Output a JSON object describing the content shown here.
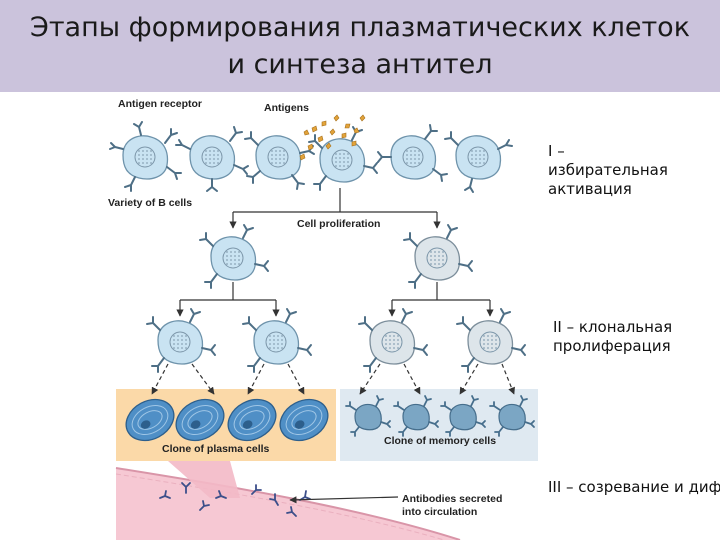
{
  "slide": {
    "title": "Этапы формирования плазматических клеток и синтеза антител"
  },
  "figure": {
    "labels": {
      "antigen_receptor": "Antigen receptor",
      "antigens": "Antigens",
      "variety_of_b_cells": "Variety of B cells",
      "cell_proliferation": "Cell proliferation",
      "clone_of_plasma_cells": "Clone of plasma cells",
      "clone_of_memory_cells": "Clone of memory cells",
      "antibodies_secreted": "Antibodies secreted",
      "into_circulation": "into circulation"
    }
  },
  "stages": [
    {
      "text": "I –\nизбирательная\nактивация"
    },
    {
      "text": "II – клональная\nпролиферация"
    },
    {
      "text": "III – созревание и\nдифференцировка"
    }
  ],
  "colors": {
    "title_bar": "#cbc3dc",
    "b_cell": "#c9e3f2",
    "cell_outline": "#6e93ab",
    "plasma_panel": "#fbd9a8",
    "plasma_cell": "#4f8fc6",
    "memory_panel": "#dfe9f1",
    "memory_cell": "#7ba6c4",
    "vessel": "#f6c8d3",
    "antigen": "#e2a33a"
  }
}
